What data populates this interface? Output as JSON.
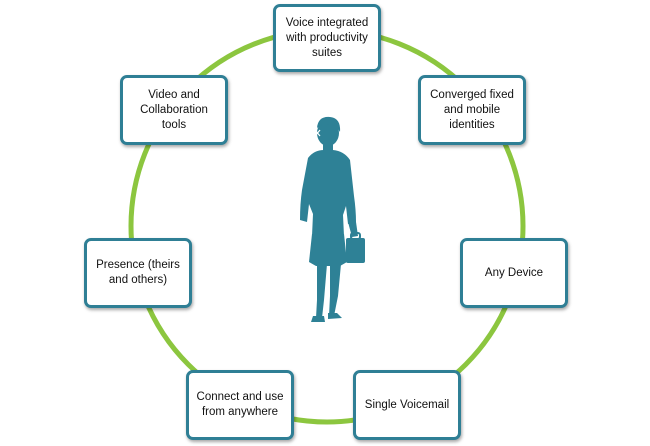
{
  "diagram": {
    "nodes": [
      {
        "id": "top",
        "label": "Voice integrated with productivity suites"
      },
      {
        "id": "tr",
        "label": "Converged fixed and mobile identities"
      },
      {
        "id": "right",
        "label": "Any Device"
      },
      {
        "id": "br",
        "label": "Single Voicemail"
      },
      {
        "id": "bl",
        "label": "Connect and use from anywhere"
      },
      {
        "id": "left",
        "label": "Presence (theirs and others)"
      },
      {
        "id": "tl",
        "label": "Video and Collaboration tools"
      }
    ],
    "colors": {
      "ring": "#8cc63f",
      "node_border": "#2f7f95",
      "figure": "#2e8196"
    },
    "center_icon": "businesswoman-silhouette-icon"
  }
}
